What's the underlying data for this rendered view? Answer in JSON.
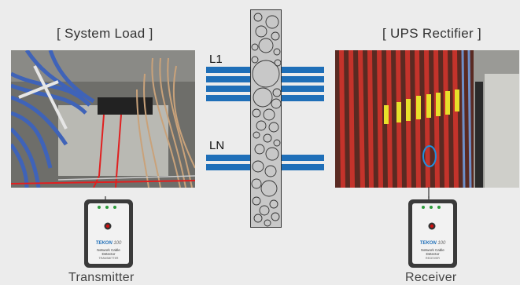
{
  "left": {
    "caption": "[ System Load ]",
    "device_label": "Transmitter"
  },
  "right": {
    "caption": "[ UPS Rectifier ]",
    "device_label": "Receiver"
  },
  "lines": {
    "l1": "L1",
    "ln": "LN"
  },
  "device": {
    "brand": "TEKON",
    "model": "100",
    "name_line1": "Network Cable",
    "name_line2": "Detector",
    "transmitter_sub": "TRANSMITTER",
    "receiver_sub": "RECEIVER"
  },
  "colors": {
    "cable_bar": "#1f6fb8",
    "wall_fill": "#c8c8c8",
    "device_body": "#3a3a3a",
    "device_panel": "#f2f2f2"
  }
}
